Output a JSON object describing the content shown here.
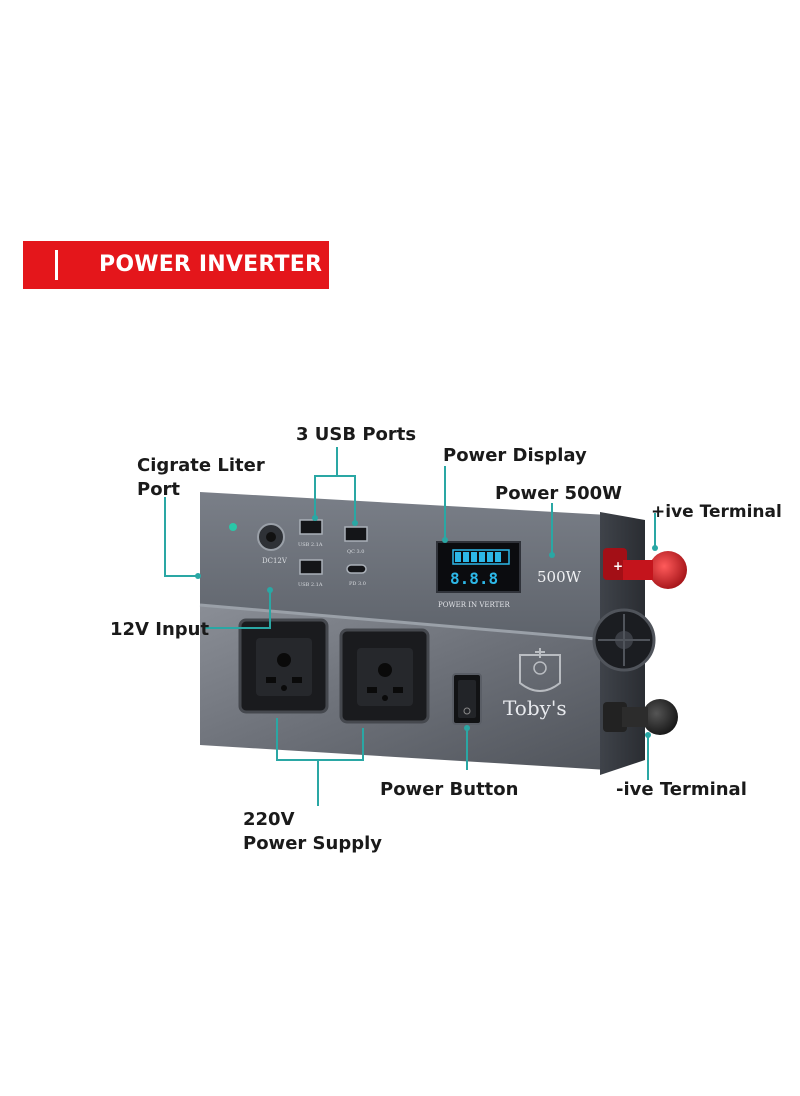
{
  "banner": {
    "title": "POWER INVERTER"
  },
  "labels": {
    "usb_ports": "3 USB Ports",
    "power_display": "Power Display",
    "cigarette_line1": "Cigrate Liter",
    "cigarette_line2": "Port",
    "power_500w": "Power 500W",
    "pos_terminal": "+ive Terminal",
    "input_12v": "12V Input",
    "power_button": "Power Button",
    "neg_terminal": "-ive Terminal",
    "supply_line1": "220V",
    "supply_line2": "Power Supply"
  },
  "device": {
    "dc_label": "DC12V",
    "usb1": "USB 2.1A",
    "usb2": "QC 3.0",
    "usb3": "USB 2.1A",
    "typec": "PD 3.0",
    "display_text": "8.8.8",
    "watt": "500W",
    "panel_text": "POWER IN VERTER",
    "brand": "Toby's"
  },
  "colors": {
    "banner": "#e4161b",
    "callout": "#2aa7a4",
    "body": "#5b6068",
    "terminal_red": "#c4141c"
  }
}
